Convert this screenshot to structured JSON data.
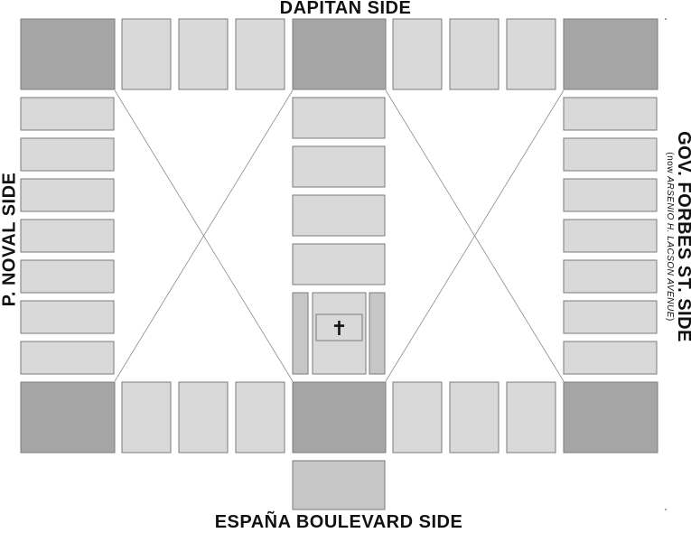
{
  "labels": {
    "north": "DAPITAN SIDE",
    "south": "ESPAÑA BOULEVARD SIDE",
    "west": "P. NOVAL SIDE",
    "east": "GOV. FORBES ST. SIDE",
    "east_note_prefix": "(now ",
    "east_note_name": "ARSENIO H. LACSON AVENUE",
    "east_note_suffix": ")"
  },
  "symbols": {
    "cross": "✝",
    "cross_icon": "latin-cross-icon"
  },
  "colors": {
    "dark_block": "#a5a5a5",
    "light_block": "#d9d9d9",
    "mid_block": "#c6c6c6",
    "outline": "#7a7a7a",
    "line": "#8a8a8a",
    "text": "#111111"
  }
}
